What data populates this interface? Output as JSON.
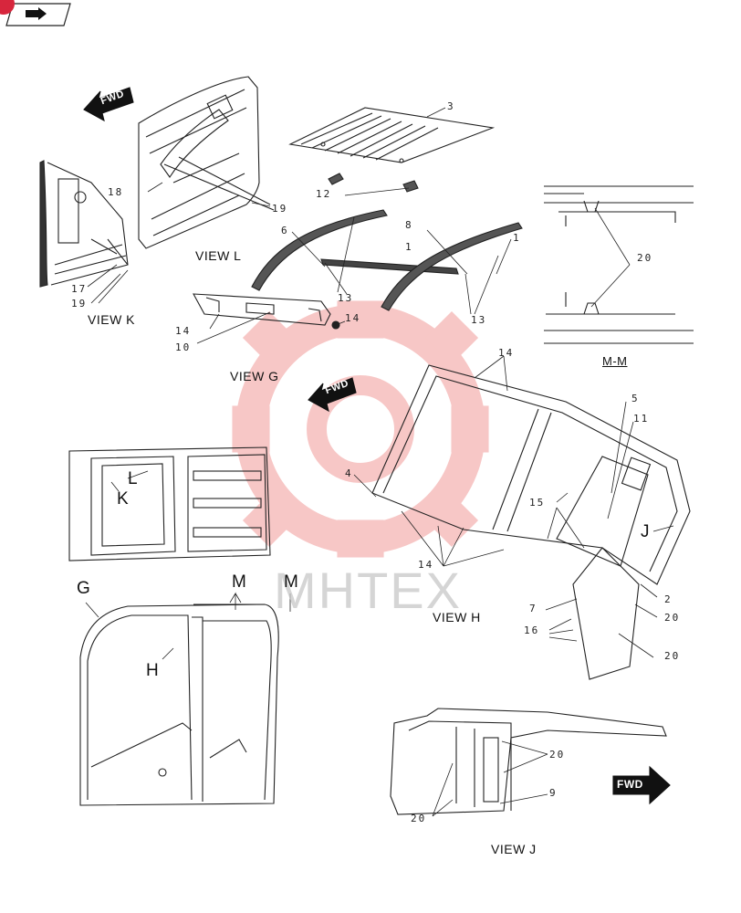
{
  "header": {
    "icon": "page-arrow-icon"
  },
  "watermark": {
    "text": "MHTEX",
    "logo": "gear-logo",
    "color": "#e53935"
  },
  "fwd_labels": [
    "FWD",
    "FWD",
    "FWD"
  ],
  "views": {
    "l": "VIEW  L",
    "k": "VIEW  K",
    "g": "VIEW  G",
    "h": "VIEW  H",
    "j": "VIEW  J",
    "mm": "M-M"
  },
  "markers": {
    "g": "G",
    "m1": "M",
    "m2": "M",
    "h": "H",
    "k": "K",
    "l": "L",
    "j": "J"
  },
  "callouts": {
    "c3": "3",
    "c18": "18",
    "c19a": "19",
    "c12": "12",
    "c6": "6",
    "c8": "8",
    "c1a": "1",
    "c1b": "1",
    "c17": "17",
    "c19b": "19",
    "c13a": "13",
    "c13b": "13",
    "c14a": "14",
    "c14b": "14",
    "c10": "10",
    "c20a": "20",
    "c14c": "14",
    "c5": "5",
    "c11": "11",
    "c4": "4",
    "c15": "15",
    "c14d": "14",
    "c7": "7",
    "c2": "2",
    "c16": "16",
    "c20b": "20",
    "c20c": "20",
    "c20d": "20",
    "c9": "9",
    "c20e": "20"
  }
}
